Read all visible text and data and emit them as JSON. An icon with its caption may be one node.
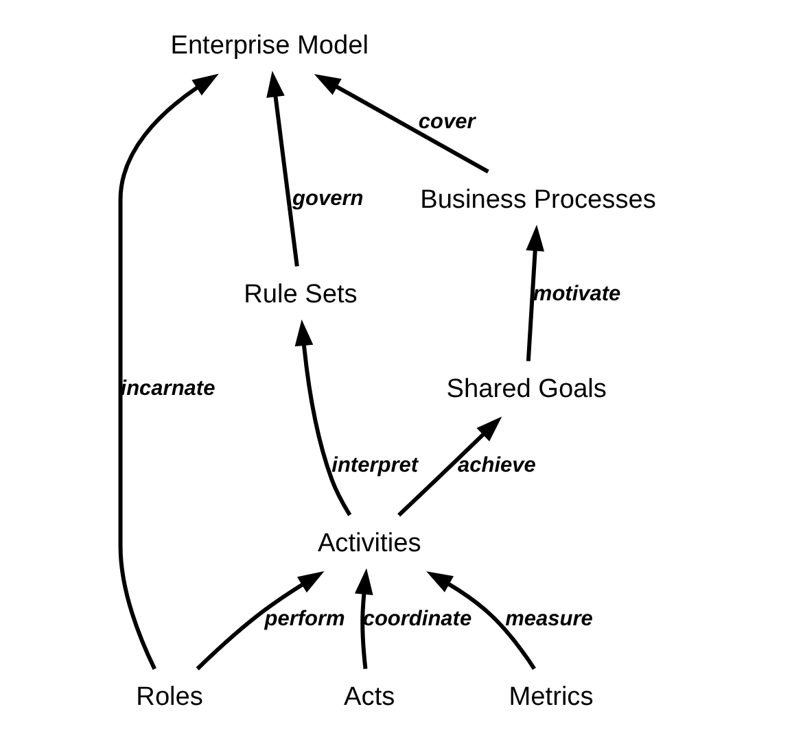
{
  "diagram": {
    "nodes": [
      {
        "text": [
          "Enterprise Model"
        ]
      },
      {
        "text": [
          "Rule Sets"
        ]
      },
      {
        "text": [
          "Business Processes"
        ]
      },
      {
        "text": [
          "Shared Goals"
        ]
      },
      {
        "text": [
          "Activities"
        ]
      },
      {
        "text": [
          "Roles"
        ]
      },
      {
        "text": [
          "Acts"
        ]
      },
      {
        "text": [
          "Metrics"
        ]
      }
    ],
    "edges": [
      {
        "from": 5,
        "to": 0,
        "arrow": "to",
        "label": "incarnate"
      },
      {
        "from": 1,
        "to": 0,
        "arrow": "to",
        "label": "govern"
      },
      {
        "from": 2,
        "to": 0,
        "arrow": "to",
        "label": "cover"
      },
      {
        "from": 3,
        "to": 2,
        "arrow": "to",
        "label": "motivate"
      },
      {
        "from": 4,
        "to": 1,
        "arrow": "to",
        "label": "interpret"
      },
      {
        "from": 4,
        "to": 3,
        "arrow": "to",
        "label": "achieve"
      },
      {
        "from": 5,
        "to": 4,
        "arrow": "to",
        "label": "perform"
      },
      {
        "from": 6,
        "to": 4,
        "arrow": "to",
        "label": "coordinate"
      },
      {
        "from": 7,
        "to": 4,
        "arrow": "to",
        "label": "measure"
      }
    ]
  }
}
